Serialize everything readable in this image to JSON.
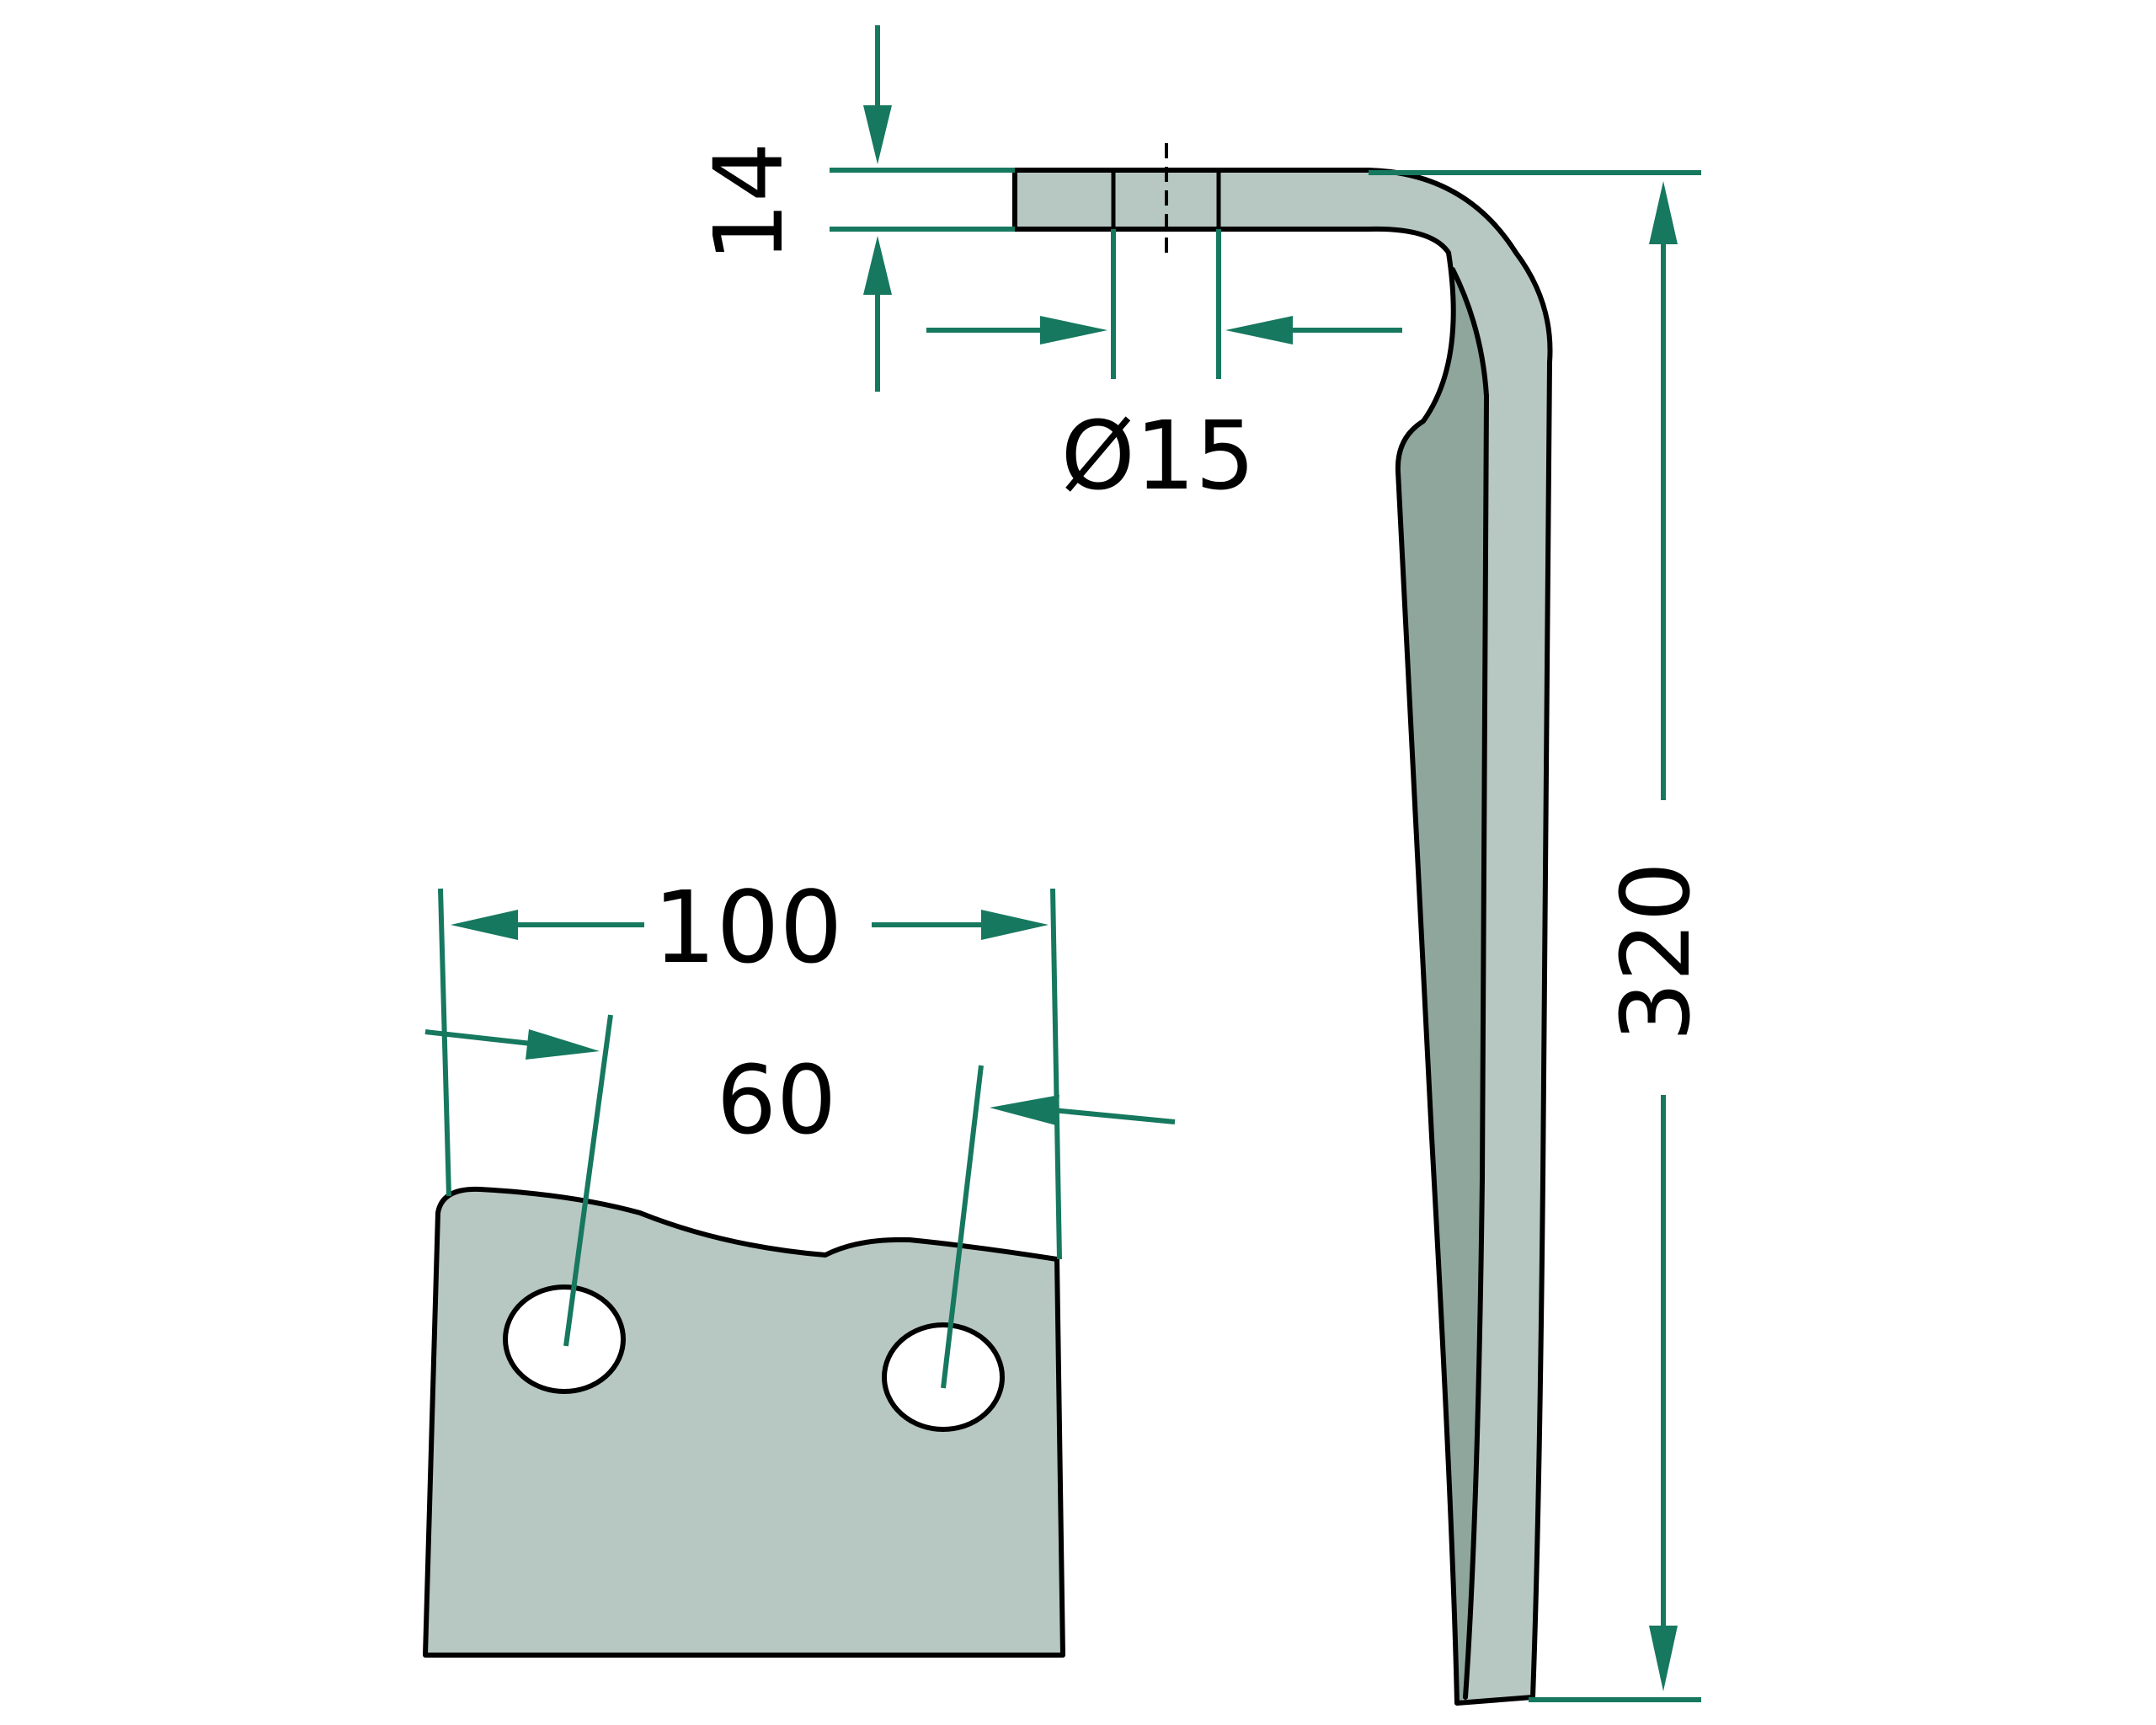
{
  "diagram": {
    "colors": {
      "dimension": "#16785f",
      "part_fill": "#b7c7c2",
      "part_shadow": "#8fa69d",
      "outline": "#000000",
      "background": "#ffffff"
    },
    "dimensions": {
      "thickness": "14",
      "hole_diameter": "Ø15",
      "height": "320",
      "width": "100",
      "hole_spacing": "60"
    }
  }
}
